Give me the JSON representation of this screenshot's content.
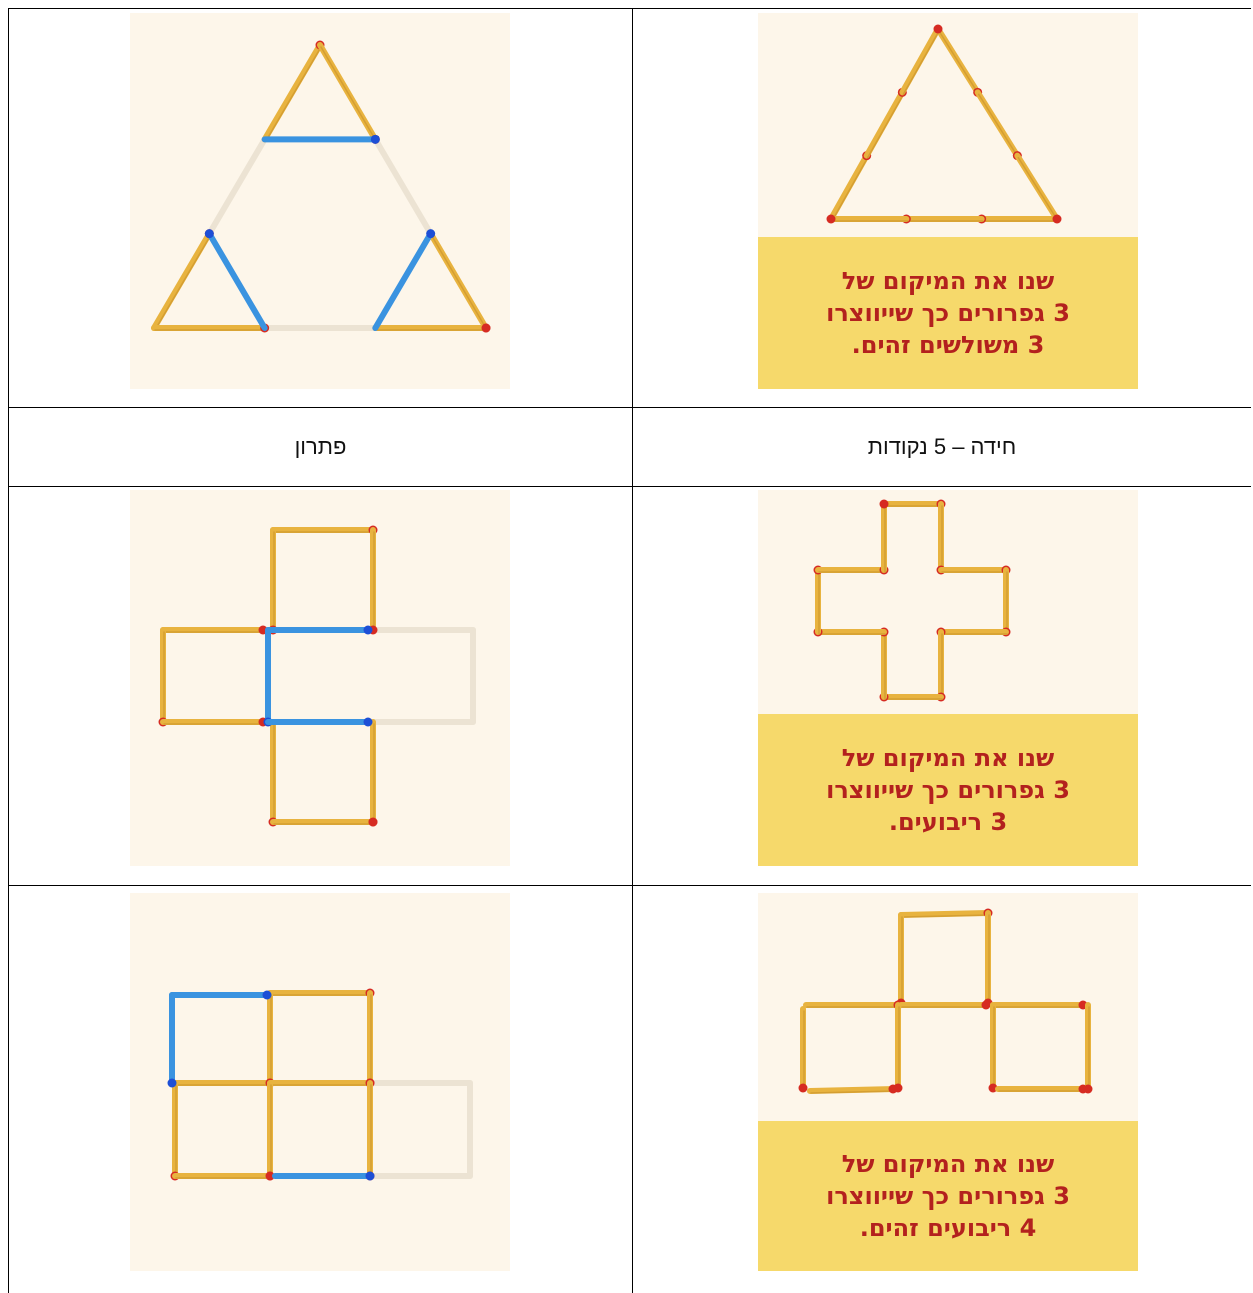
{
  "table": {
    "header_riddle": "חידה – 5 נקודות",
    "header_solution": "פתרון"
  },
  "puzzles": [
    {
      "shape": "triangle",
      "caption": "שנו את המיקום של\n3 גפרורים כך שייווצרו\n3 משולשים זהים."
    },
    {
      "shape": "cross",
      "caption": "שנו את המיקום של\n3 גפרורים כך שייווצרו\n3 ריבועים."
    },
    {
      "shape": "squares",
      "caption": "שנו את המיקום של\n3 גפרורים כך שייווצרו\n4 ריבועים זהים."
    }
  ],
  "colors": {
    "match_body": "#e8b33f",
    "match_head": "#d62b22",
    "moved_match": "#3a93e0",
    "moved_head": "#1d4fd6",
    "ghost_match": "#ece3d3",
    "panel_bg": "#fdf6ea",
    "caption_bg": "#f6d96b",
    "caption_text": "#b3211e"
  }
}
